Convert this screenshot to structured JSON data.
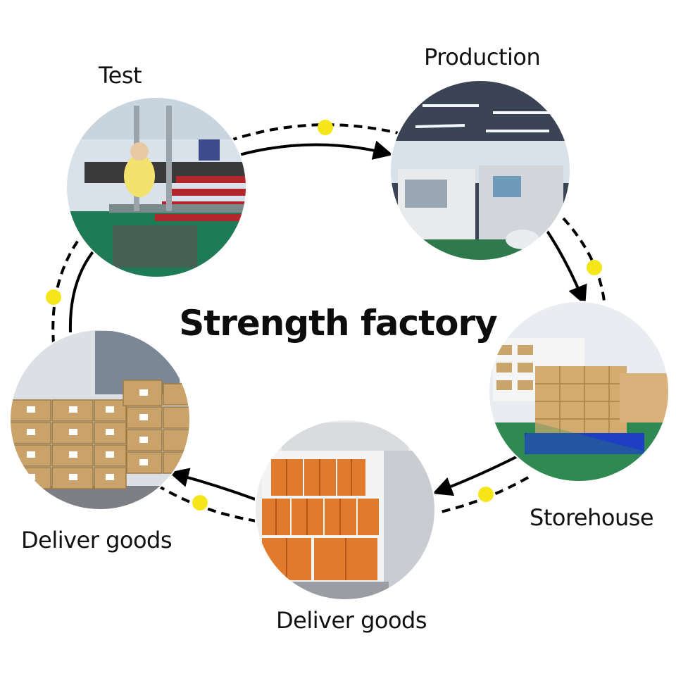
{
  "title": "Strength factory",
  "stages": [
    {
      "id": "test",
      "label": "Test",
      "photo": "assembly-line-testing-photo"
    },
    {
      "id": "production",
      "label": "Production",
      "photo": "smt-machine-hall-photo"
    },
    {
      "id": "storehouse",
      "label": "Storehouse",
      "photo": "warehouse-pallet-photo"
    },
    {
      "id": "deliver-van",
      "label": "Deliver goods",
      "photo": "van-loaded-boxes-photo"
    },
    {
      "id": "deliver-boxes",
      "label": "Deliver goods",
      "photo": "stacked-numbered-boxes-photo"
    }
  ],
  "colors": {
    "dot": "#f5e61a",
    "arrow": "#000000",
    "text": "#111111"
  }
}
